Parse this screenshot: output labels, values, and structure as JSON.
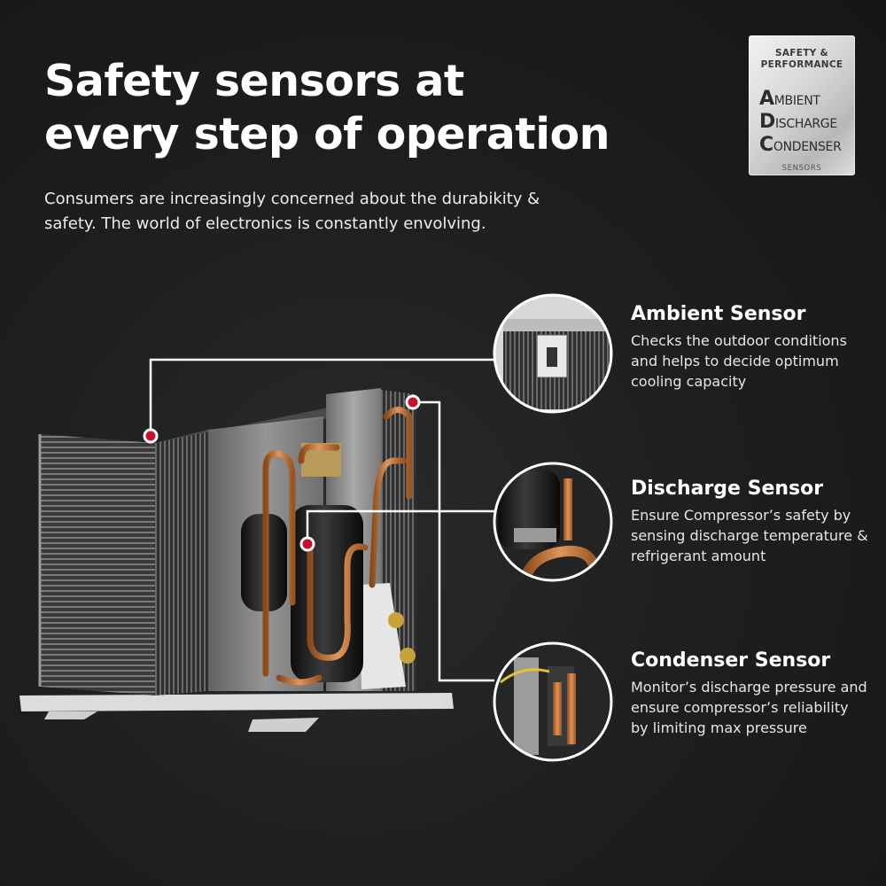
{
  "heading": {
    "title": "Safety sensors at every step of operation",
    "intro": "Consumers are increasingly concerned about the durabikity & safety. The world of electronics is constantly envolving."
  },
  "badge": {
    "top_line1": "SAFETY &",
    "top_line2": "PERFORMANCE",
    "line1_cap": "A",
    "line1_rest": "MBIENT",
    "line2_cap": "D",
    "line2_rest": "ISCHARGE",
    "line3_cap": "C",
    "line3_rest": "ONDENSER",
    "bottom": "SENSORS"
  },
  "sensors": [
    {
      "name": "Ambient Sensor",
      "description": "Checks the outdoor conditions and helps to decide optimum cooling capacity"
    },
    {
      "name": "Discharge Sensor",
      "description": "Ensure Compressor’s safety by sensing discharge temperature & refrigerant amount"
    },
    {
      "name": "Condenser Sensor",
      "description": "Monitor’s discharge pressure and ensure compressor’s reliability by limiting max pressure"
    }
  ],
  "colors": {
    "background": "#1d1d1d",
    "marker": "#c8102e",
    "leader_line": "#ffffff",
    "copper": "#c87533"
  }
}
